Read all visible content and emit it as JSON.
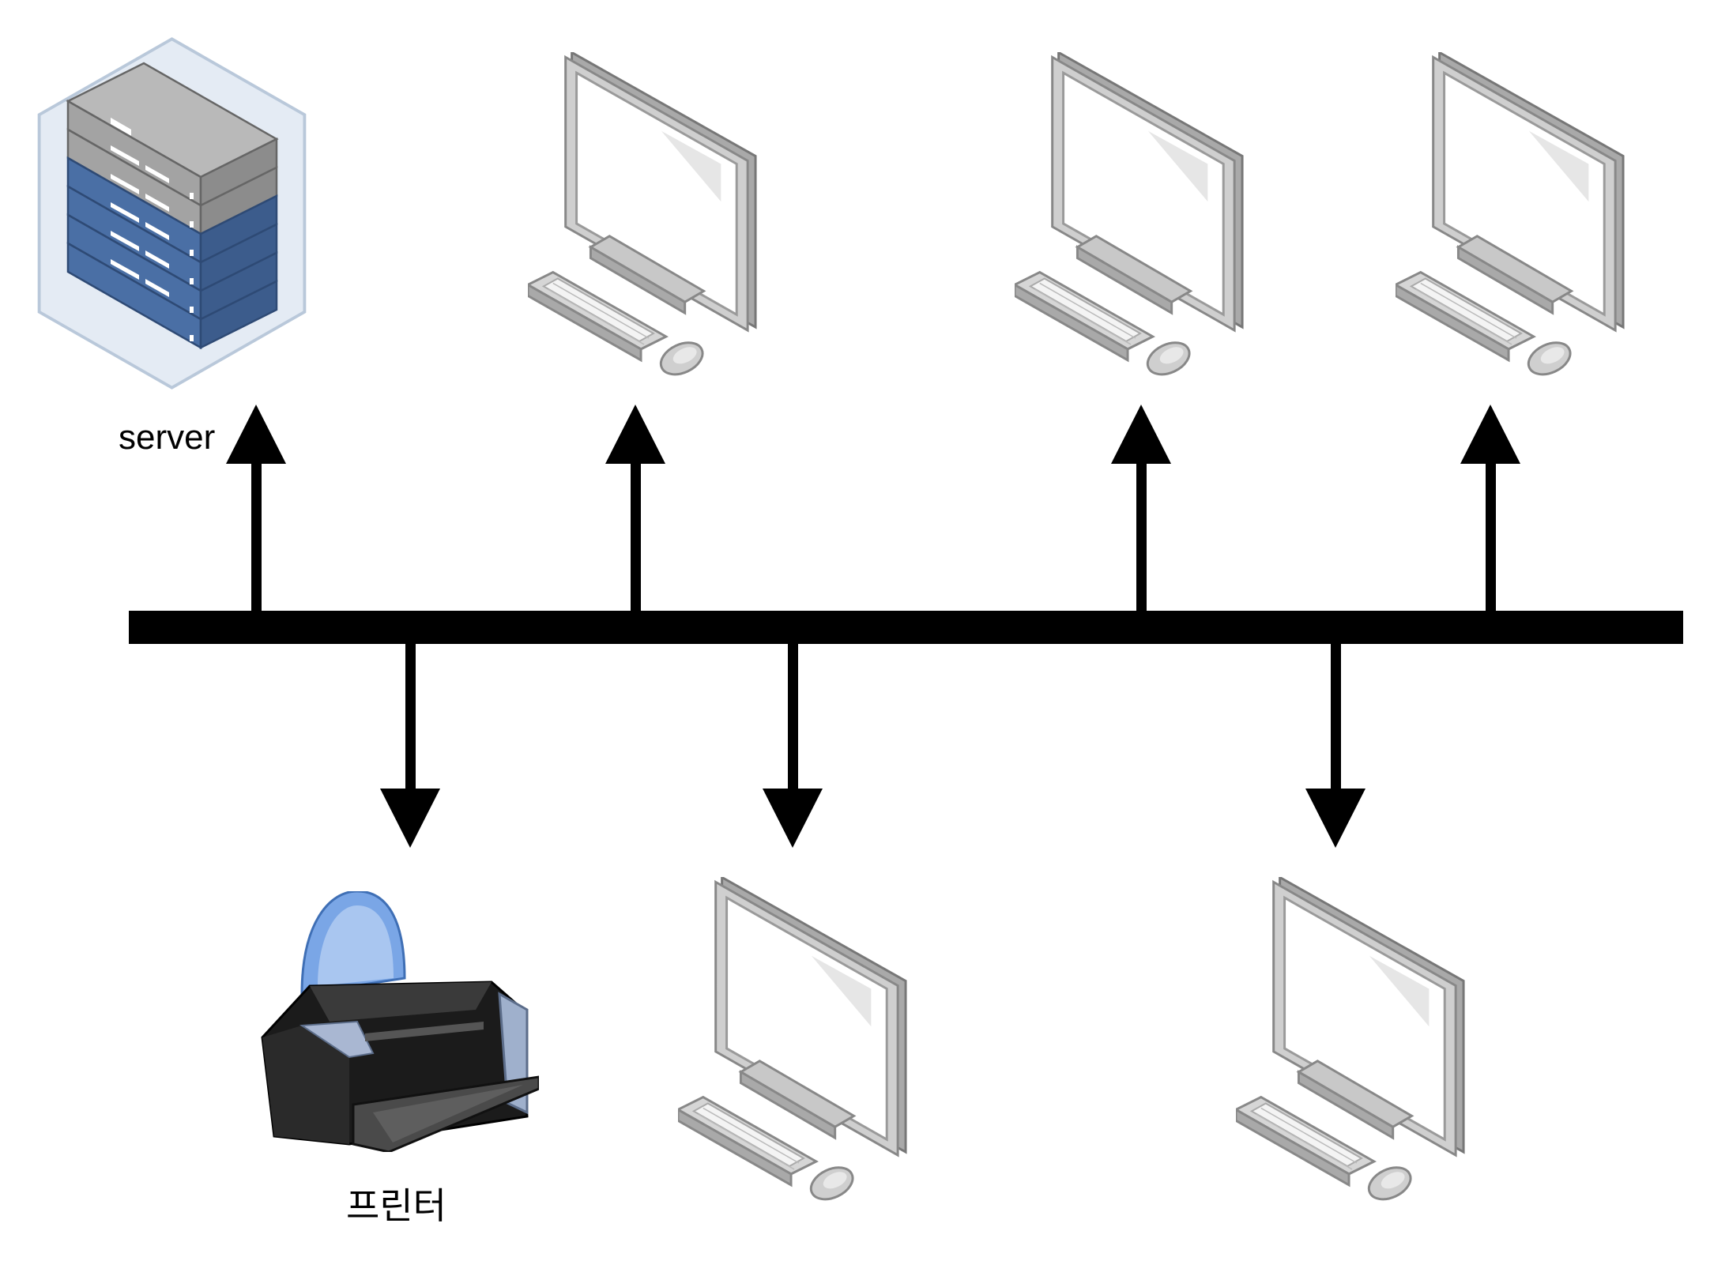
{
  "diagram": {
    "type": "bus-network",
    "nodes": [
      {
        "id": "server",
        "kind": "server",
        "label": "server",
        "side": "top"
      },
      {
        "id": "pc-top-1",
        "kind": "desktop",
        "label": "",
        "side": "top"
      },
      {
        "id": "pc-top-2",
        "kind": "desktop",
        "label": "",
        "side": "top"
      },
      {
        "id": "pc-top-3",
        "kind": "desktop",
        "label": "",
        "side": "top"
      },
      {
        "id": "printer",
        "kind": "printer",
        "label": "프린터",
        "side": "bottom"
      },
      {
        "id": "pc-bottom-1",
        "kind": "desktop",
        "label": "",
        "side": "bottom"
      },
      {
        "id": "pc-bottom-2",
        "kind": "desktop",
        "label": "",
        "side": "bottom"
      }
    ],
    "colors": {
      "bus": "#000000",
      "server_blue": "#4a6fa5",
      "server_gray": "#a8a8a8",
      "monitor_frame": "#bdbdbd",
      "printer_paper": "#6f9fe0"
    }
  }
}
